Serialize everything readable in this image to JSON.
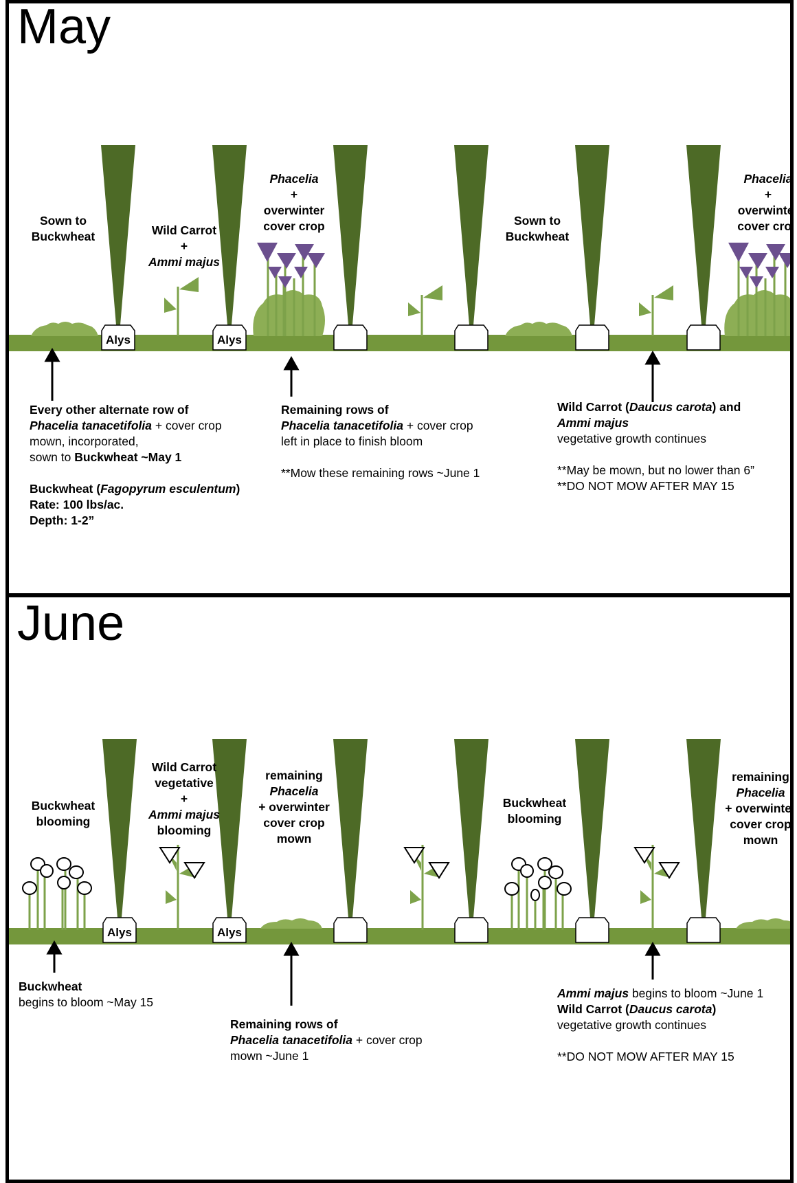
{
  "colors": {
    "tree": "#4d6a26",
    "ground": "#74973c",
    "shrub": "#8dae55",
    "stem": "#7da24a",
    "flower_purple": "#6b4f8e",
    "outline": "#000000"
  },
  "may": {
    "title": "May",
    "alys_label": "Alys",
    "top_labels": {
      "sown_1a": "Sown to",
      "sown_1b": "Buckwheat",
      "wild_1": "Wild Carrot",
      "wild_2": "+",
      "wild_3": "Ammi majus",
      "ph_1": "Phacelia",
      "ph_2": "+",
      "ph_3": "overwinter",
      "ph_4": "cover crop",
      "sown_2a": "Sown to",
      "sown_2b": "Buckwheat",
      "ph2_1": "Phacelia",
      "ph2_2": "+",
      "ph2_3": "overwinter",
      "ph2_4": "cover crop"
    },
    "note_left": {
      "l1": "Every other alternate row of",
      "l2a": "Phacelia tanacetifolia",
      "l2b": " + cover crop",
      "l3": "mown, incorporated,",
      "l4a": "sown to ",
      "l4b": "Buckwheat ~May 1",
      "l6a": "Buckwheat (",
      "l6b": "Fagopyrum esculentum",
      "l6c": ")",
      "l7": "Rate: 100 lbs/ac.",
      "l8": "Depth: 1-2”"
    },
    "note_mid": {
      "l1": "Remaining rows of",
      "l2a": "Phacelia tanacetifolia",
      "l2b": " + cover crop",
      "l3": "left in place to finish bloom",
      "l5": "**Mow these remaining rows ~June 1"
    },
    "note_right": {
      "l1a": "Wild Carrot  (",
      "l1b": "Daucus carota",
      "l1c": ") and",
      "l2": "Ammi majus",
      "l3": "vegetative growth continues",
      "l5": "**May be mown, but no lower than 6”",
      "l6": "**DO NOT MOW AFTER MAY 15"
    }
  },
  "june": {
    "title": "June",
    "alys_label": "Alys",
    "top_labels": {
      "bw_1a": "Buckwheat",
      "bw_1b": "blooming",
      "wc_1": "Wild Carrot",
      "wc_2": "vegetative",
      "wc_3": "+",
      "wc_4": "Ammi majus",
      "wc_5": "blooming",
      "rp_1": "remaining",
      "rp_2": "Phacelia",
      "rp_3": "+ overwinter",
      "rp_4": "cover crop",
      "rp_5": "mown",
      "bw_2a": "Buckwheat",
      "bw_2b": "blooming",
      "rp2_1": "remaining",
      "rp2_2": "Phacelia",
      "rp2_3": "+ overwinter",
      "rp2_4": "cover crop",
      "rp2_5": "mown"
    },
    "note_left": {
      "l1": "Buckwheat",
      "l2": "begins to bloom ~May 15"
    },
    "note_mid": {
      "l1": "Remaining rows of",
      "l2a": "Phacelia tanacetifolia",
      "l2b": " + cover crop",
      "l3": "mown ~June 1"
    },
    "note_right": {
      "l1a": "Ammi majus",
      "l1b": " begins to bloom ~June 1",
      "l2a": "Wild Carrot  (",
      "l2b": "Daucus carota",
      "l2c": ")",
      "l3": "vegetative growth continues",
      "l5": "**DO NOT MOW AFTER MAY 15"
    }
  }
}
